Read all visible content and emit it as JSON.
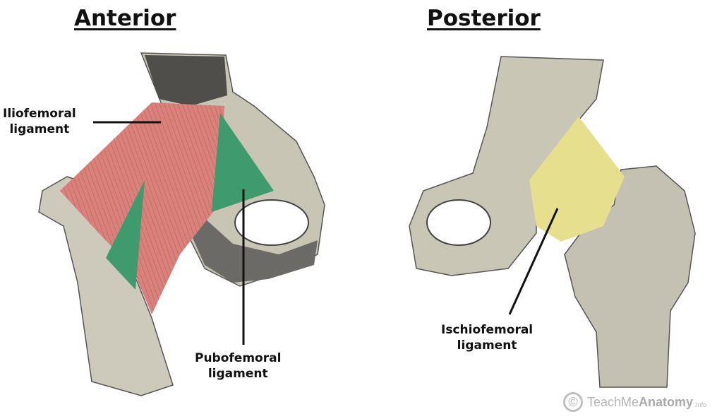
{
  "titles": {
    "anterior": "Anterior",
    "posterior": "Posterior"
  },
  "labels": {
    "iliofemoral": [
      "Iliofemoral",
      "ligament"
    ],
    "pubofemoral": [
      "Pubofemoral",
      "ligament"
    ],
    "ischiofemoral": [
      "Ischiofemoral",
      "ligament"
    ]
  },
  "watermark": {
    "symbol": "©",
    "brand_light": "TeachMe",
    "brand_bold": "Anatomy",
    "suffix": ".info"
  },
  "colors": {
    "iliofemoral": "#d9817a",
    "pubofemoral": "#3f9a6e",
    "ischiofemoral": "#e6df8e",
    "bone": "#c9c6b6",
    "bone_dark": "#4a4a48"
  }
}
